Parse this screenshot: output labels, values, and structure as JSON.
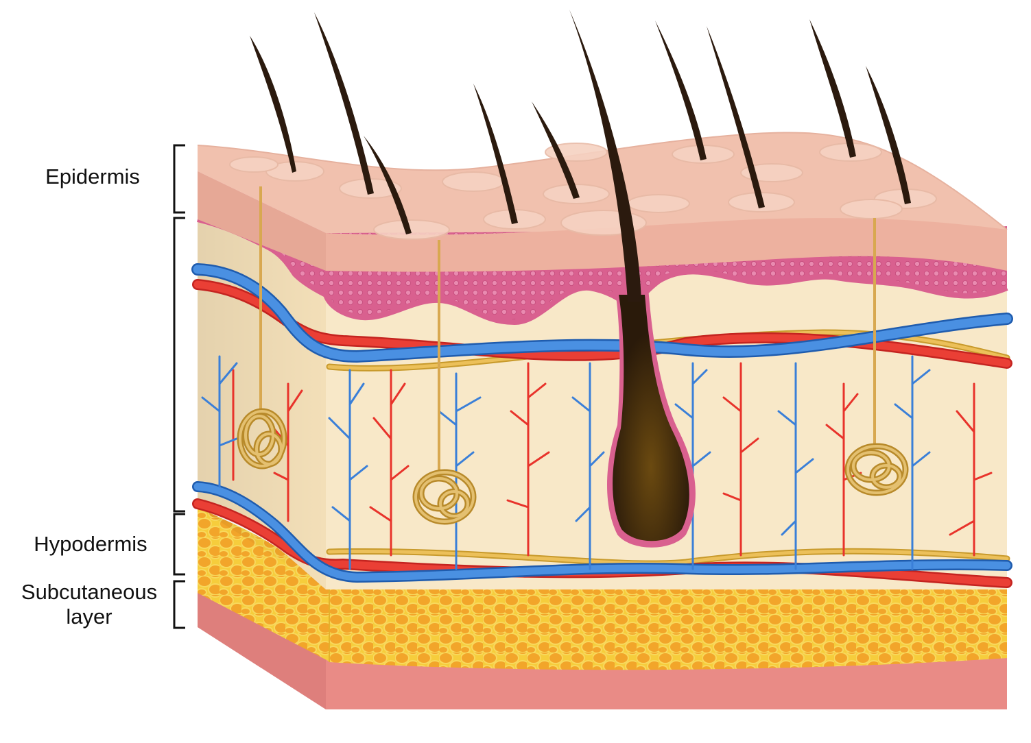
{
  "labels": {
    "epidermis": "Epidermis",
    "hypodermis": "Hypodermis",
    "subcutaneous_line1": "Subcutaneous",
    "subcutaneous_line2": "layer"
  },
  "colors": {
    "skin_surface": "#f1c1ae",
    "skin_front_band": "#e6a896",
    "pink_cell_layer": "#d9608f",
    "dermis": "#f8e8c8",
    "dermis_side": "#f0d9b0",
    "artery": "#e8332b",
    "vein": "#3a7fd8",
    "nerve": "#e8b84a",
    "fat": "#f4c430",
    "fat_cell": "#f0a020",
    "bottom_layer": "#e98b86",
    "hair": "#2b1a0e",
    "bracket": "#111111"
  },
  "icons": [
    "hair-strand-icon",
    "sweat-gland-icon",
    "hair-follicle-icon",
    "skin-pore-icon"
  ]
}
